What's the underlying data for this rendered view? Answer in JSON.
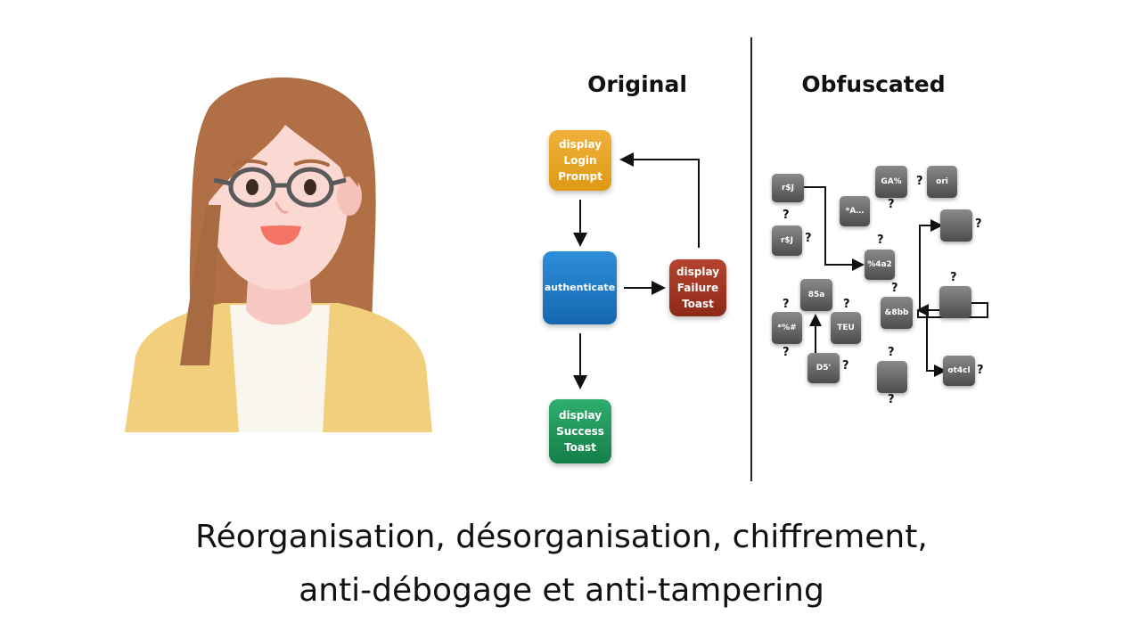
{
  "headings": {
    "original": "Original",
    "obfuscated": "Obfuscated"
  },
  "original_nodes": {
    "login": "display\nLogin\nPrompt",
    "authenticate": "authenticate",
    "failure": "display\nFailure\nToast",
    "success": "display\nSuccess\nToast"
  },
  "colors": {
    "login": "#e6a324",
    "authenticate": "#1f7cc4",
    "failure": "#a3361f",
    "success": "#22975c",
    "obfuscated_box": "#5c5c5c",
    "jacket": "#f2cf7c",
    "hair": "#b06f45"
  },
  "obfuscated_boxes": [
    "r$J",
    "r$J",
    "*A…",
    "GA%",
    "ori",
    "",
    "%4a2",
    "85a",
    "*%#",
    "TEU",
    "D5'",
    "&8bb",
    "",
    "",
    "ot4cl"
  ],
  "question_mark": "?",
  "caption": {
    "line1": "Réorganisation, désorganisation, chiffrement,",
    "line2": "anti-débogage et anti-tampering"
  }
}
